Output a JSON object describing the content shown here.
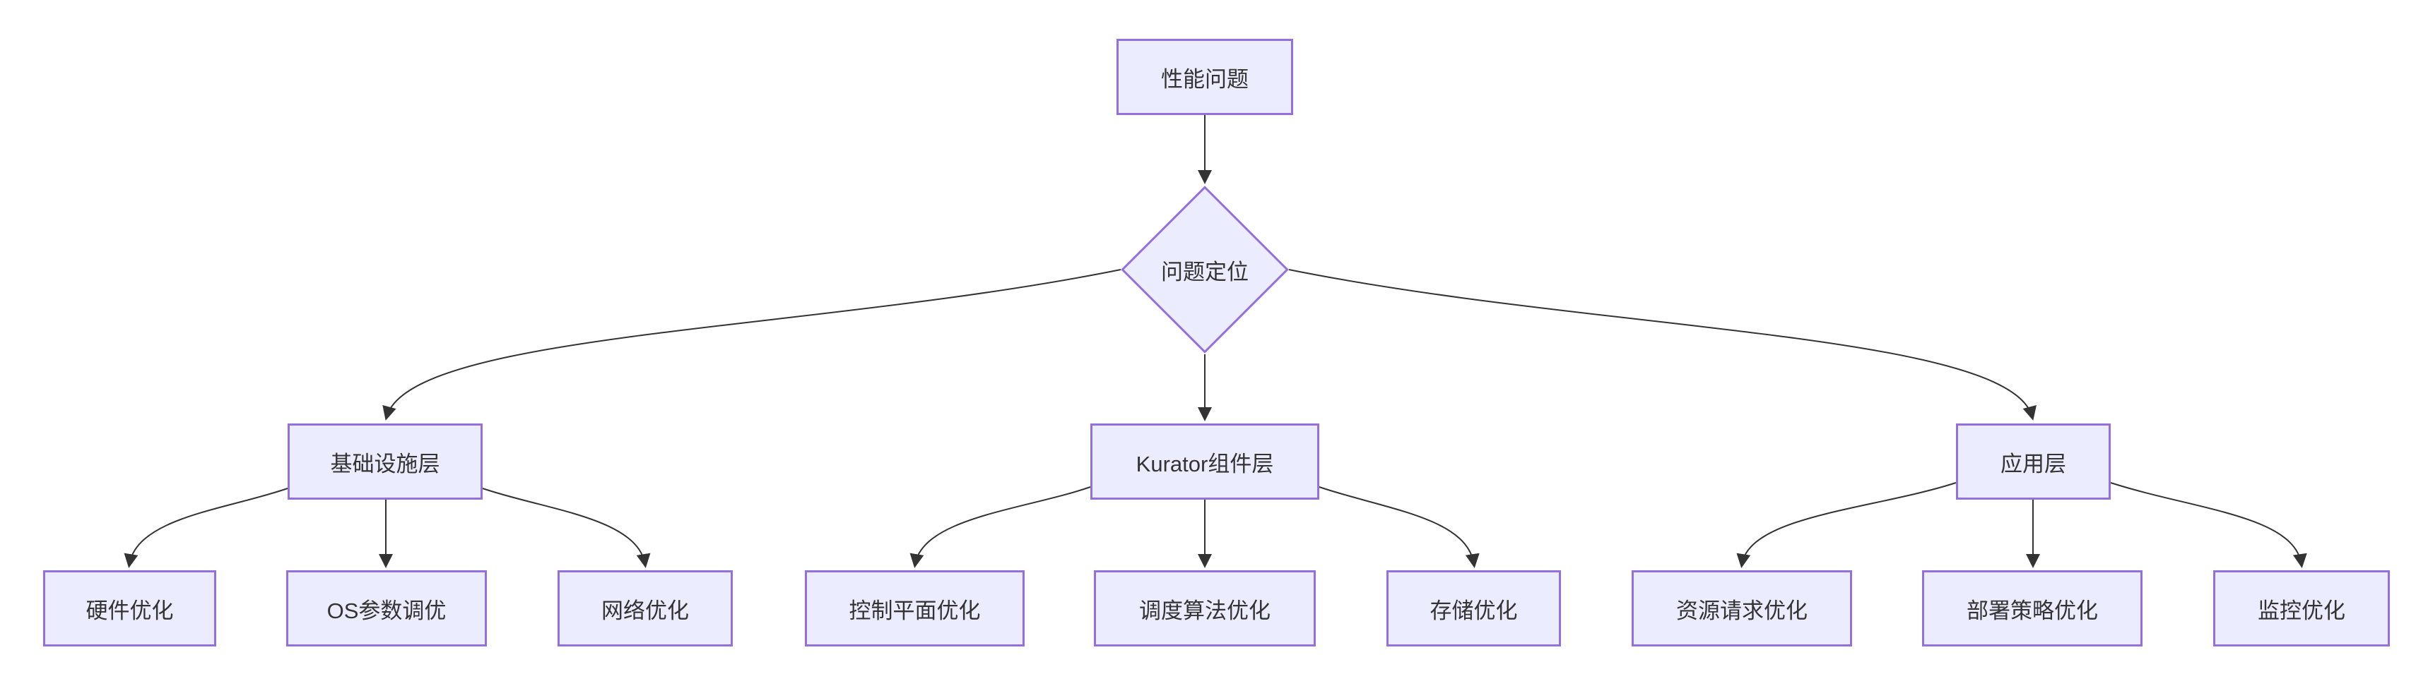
{
  "diagram_type": "flowchart",
  "colors": {
    "node_fill": "#ECECFF",
    "node_border": "#9370DB",
    "edge": "#333333",
    "text": "#333333",
    "background": "#ffffff"
  },
  "nodes": {
    "performance_problem": {
      "label": "性能问题",
      "shape": "rectangle"
    },
    "problem_localization": {
      "label": "问题定位",
      "shape": "diamond"
    },
    "infrastructure_layer": {
      "label": "基础设施层",
      "shape": "rectangle"
    },
    "kurator_component_layer": {
      "label": "Kurator组件层",
      "shape": "rectangle"
    },
    "application_layer": {
      "label": "应用层",
      "shape": "rectangle"
    },
    "hardware_optimization": {
      "label": "硬件优化",
      "shape": "rectangle"
    },
    "os_parameter_tuning": {
      "label": "OS参数调优",
      "shape": "rectangle"
    },
    "network_optimization": {
      "label": "网络优化",
      "shape": "rectangle"
    },
    "control_plane_optimization": {
      "label": "控制平面优化",
      "shape": "rectangle"
    },
    "scheduling_algorithm_optimization": {
      "label": "调度算法优化",
      "shape": "rectangle"
    },
    "storage_optimization": {
      "label": "存储优化",
      "shape": "rectangle"
    },
    "resource_request_optimization": {
      "label": "资源请求优化",
      "shape": "rectangle"
    },
    "deployment_strategy_optimization": {
      "label": "部署策略优化",
      "shape": "rectangle"
    },
    "monitoring_optimization": {
      "label": "监控优化",
      "shape": "rectangle"
    }
  },
  "edges": [
    {
      "from": "性能问题",
      "to": "问题定位"
    },
    {
      "from": "问题定位",
      "to": "基础设施层"
    },
    {
      "from": "问题定位",
      "to": "Kurator组件层"
    },
    {
      "from": "问题定位",
      "to": "应用层"
    },
    {
      "from": "基础设施层",
      "to": "硬件优化"
    },
    {
      "from": "基础设施层",
      "to": "OS参数调优"
    },
    {
      "from": "基础设施层",
      "to": "网络优化"
    },
    {
      "from": "Kurator组件层",
      "to": "控制平面优化"
    },
    {
      "from": "Kurator组件层",
      "to": "调度算法优化"
    },
    {
      "from": "Kurator组件层",
      "to": "存储优化"
    },
    {
      "from": "应用层",
      "to": "资源请求优化"
    },
    {
      "from": "应用层",
      "to": "部署策略优化"
    },
    {
      "from": "应用层",
      "to": "监控优化"
    }
  ]
}
